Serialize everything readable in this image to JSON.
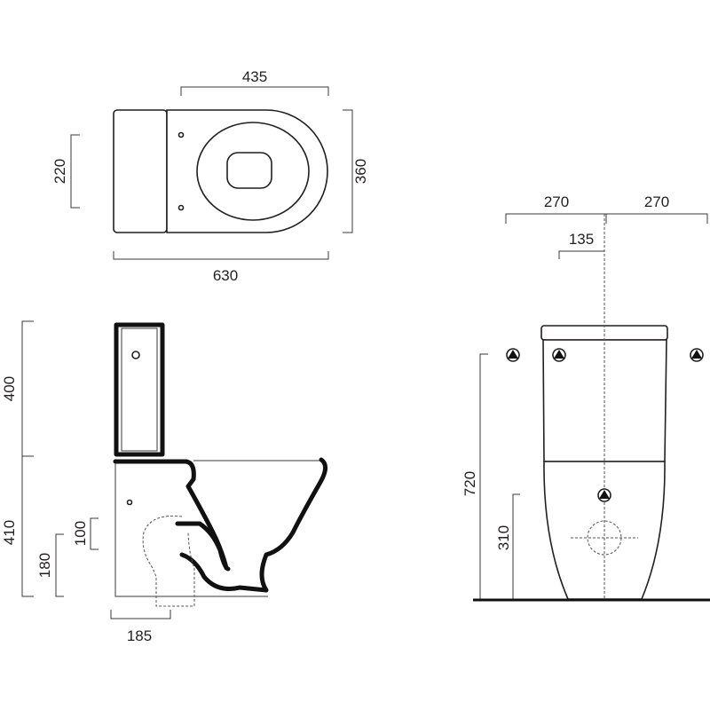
{
  "top_view": {
    "width_bowl": "435",
    "fixing_spacing": "220",
    "depth": "360",
    "total_length": "630"
  },
  "side_view": {
    "tank_height": "400",
    "bowl_height": "410",
    "outlet_height_range": "100",
    "outlet_center_height": "180",
    "outlet_distance": "185"
  },
  "front_view": {
    "half_width_left": "270",
    "half_width_right": "270",
    "offset": "135",
    "total_height": "720",
    "inlet_height": "310"
  },
  "colors": {
    "line": "#231f20",
    "background": "#ffffff"
  }
}
